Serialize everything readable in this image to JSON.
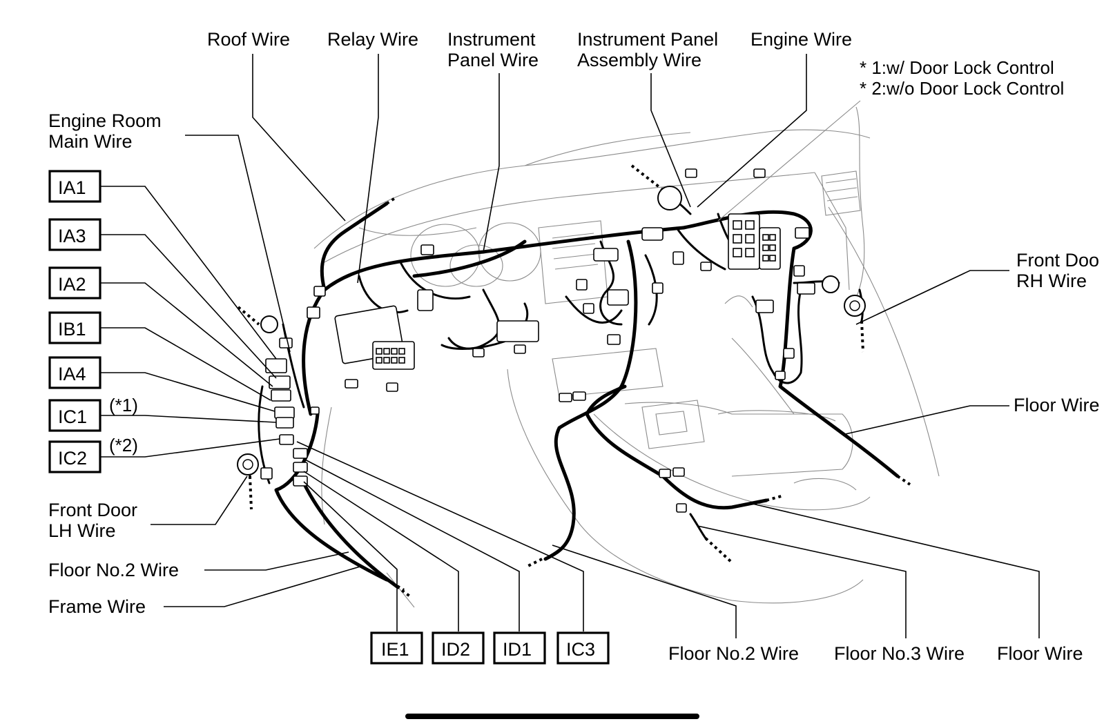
{
  "diagram": {
    "top_labels": {
      "roof_wire": "Roof Wire",
      "relay_wire": "Relay Wire",
      "instrument_panel_wire_l1": "Instrument",
      "instrument_panel_wire_l2": "Panel Wire",
      "ip_assembly_wire_l1": "Instrument Panel",
      "ip_assembly_wire_l2": "Assembly Wire",
      "engine_wire": "Engine Wire"
    },
    "notes": {
      "note1": "* 1:w/ Door Lock Control",
      "note2": "* 2:w/o Door Lock Control"
    },
    "left_labels": {
      "engine_room_main_l1": "Engine Room",
      "engine_room_main_l2": "Main Wire",
      "front_door_lh_l1": "Front Door",
      "front_door_lh_l2": "LH Wire",
      "floor_no2_wire": "Floor No.2 Wire",
      "frame_wire": "Frame Wire"
    },
    "right_labels": {
      "front_door_rh_l1": "Front Doo",
      "front_door_rh_l2": "RH Wire",
      "floor_wire": "Floor Wire"
    },
    "bottom_labels": {
      "floor_no2_wire": "Floor No.2 Wire",
      "floor_no3_wire": "Floor No.3 Wire",
      "floor_wire": "Floor Wire"
    },
    "connectors_left": [
      "IA1",
      "IA3",
      "IA2",
      "IB1",
      "IA4",
      "IC1",
      "IC2"
    ],
    "connectors_bottom": [
      "IE1",
      "ID2",
      "ID1",
      "IC3"
    ],
    "footnote_marks": {
      "ic1": "(*1)",
      "ic2": "(*2)"
    }
  }
}
